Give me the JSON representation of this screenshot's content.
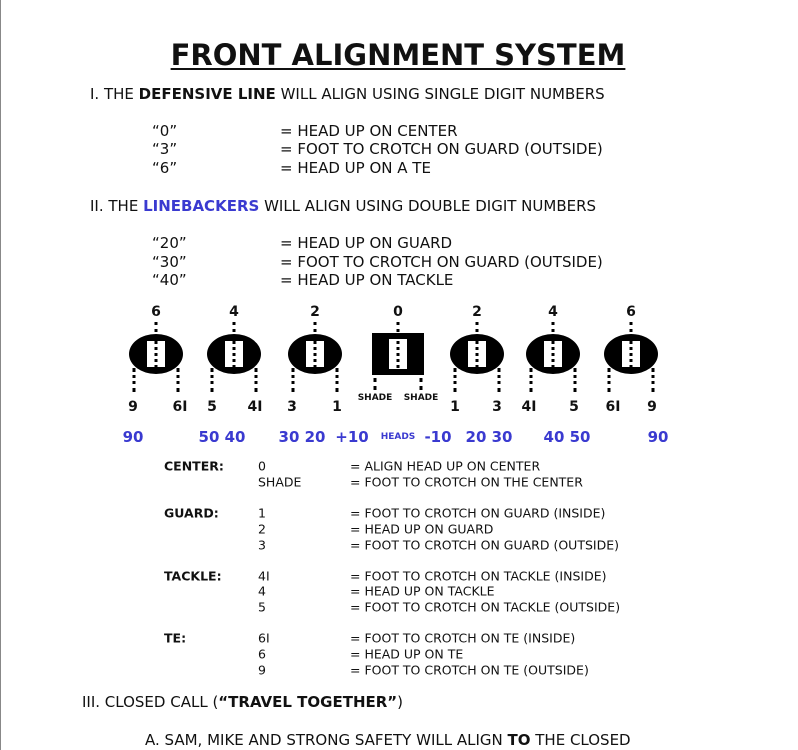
{
  "title": "FRONT ALIGNMENT SYSTEM",
  "section1": {
    "prefix": "I.  THE ",
    "bold": "DEFENSIVE LINE",
    "suffix": " WILL ALIGN USING SINGLE DIGIT NUMBERS",
    "rows": [
      {
        "code": "“0”",
        "desc": "= HEAD UP ON CENTER"
      },
      {
        "code": "“3”",
        "desc": "= FOOT TO CROTCH ON GUARD (OUTSIDE)"
      },
      {
        "code": "“6”",
        "desc": "= HEAD UP ON A TE"
      }
    ]
  },
  "section2": {
    "prefix": "II.  THE ",
    "bold": "LINEBACKERS",
    "suffix": " WILL ALIGN USING DOUBLE DIGIT NUMBERS",
    "rows": [
      {
        "code": "“20”",
        "desc": "= HEAD UP ON GUARD"
      },
      {
        "code": "“30”",
        "desc": "= FOOT TO CROTCH ON GUARD (OUTSIDE)"
      },
      {
        "code": "“40”",
        "desc": "= HEAD UP ON TACKLE"
      }
    ]
  },
  "diagram": {
    "top": [
      "6",
      "4",
      "2",
      "0",
      "2",
      "4",
      "6"
    ],
    "bottom": [
      "9",
      "6I",
      "5",
      "4I",
      "3",
      "1",
      "SHADE",
      "SHADE",
      "1",
      "3",
      "4I",
      "5",
      "6I",
      "9"
    ],
    "blue": [
      "90",
      "50 40",
      "30 20",
      "+10",
      "HEADS",
      "-10",
      "20 30",
      "40 50",
      "90"
    ],
    "color": "#3a3ad0"
  },
  "table": [
    {
      "label": "CENTER:",
      "rows": [
        {
          "code": "0",
          "desc": "= ALIGN HEAD UP ON CENTER"
        },
        {
          "code": "SHADE",
          "desc": "= FOOT TO CROTCH ON THE CENTER"
        }
      ]
    },
    {
      "label": "GUARD:",
      "rows": [
        {
          "code": "1",
          "desc": "= FOOT TO CROTCH ON GUARD (INSIDE)"
        },
        {
          "code": "2",
          "desc": "= HEAD UP ON GUARD"
        },
        {
          "code": "3",
          "desc": "= FOOT TO CROTCH ON GUARD (OUTSIDE)"
        }
      ]
    },
    {
      "label": "TACKLE:",
      "rows": [
        {
          "code": "4I",
          "desc": "= FOOT TO CROTCH ON TACKLE (INSIDE)"
        },
        {
          "code": "4",
          "desc": "= HEAD UP ON TACKLE"
        },
        {
          "code": "5",
          "desc": "= FOOT TO CROTCH ON TACKLE (OUTSIDE)"
        }
      ]
    },
    {
      "label": "TE:",
      "rows": [
        {
          "code": "6I",
          "desc": "= FOOT TO CROTCH ON TE (INSIDE)"
        },
        {
          "code": "6",
          "desc": "= HEAD UP ON TE"
        },
        {
          "code": "9",
          "desc": "= FOOT TO CROTCH ON TE (OUTSIDE)"
        }
      ]
    }
  ],
  "section3": {
    "prefix": "III.  CLOSED CALL (",
    "bold": "“TRAVEL TOGETHER”",
    "suffix": ")"
  },
  "sectionA": {
    "prefix": "A.  SAM, MIKE AND STRONG SAFETY WILL ALIGN ",
    "bold": "TO",
    "suffix": " THE CLOSED"
  }
}
